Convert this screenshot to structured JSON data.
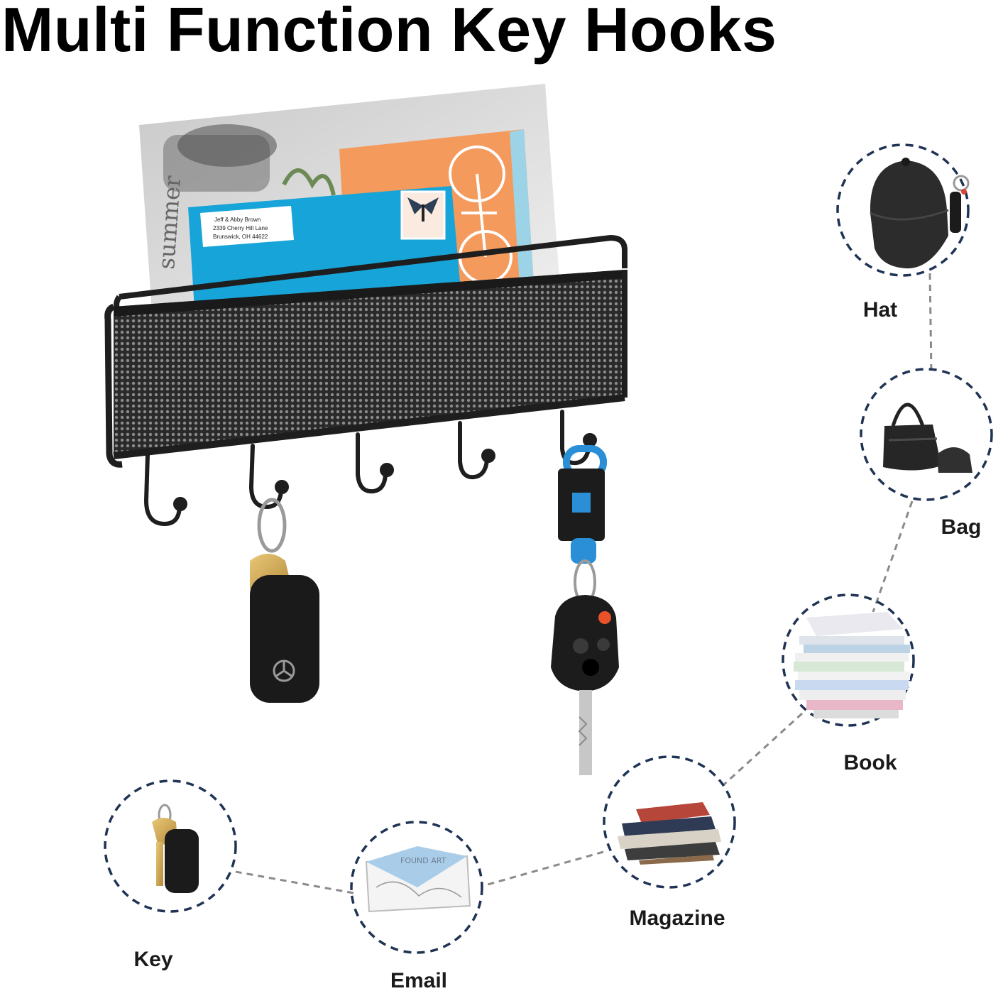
{
  "title": "Multi Function Key Hooks",
  "envelope_address": {
    "line1": "Jeff & Abby Brown",
    "line2": "2339 Cherry Hill Lane",
    "line3": "Brunswick, OH 44622"
  },
  "magazine_text": "summer",
  "uses": [
    {
      "label": "Hat",
      "icon": "hat-icon"
    },
    {
      "label": "Bag",
      "icon": "bag-icon"
    },
    {
      "label": "Book",
      "icon": "book-stack-icon"
    },
    {
      "label": "Magazine",
      "icon": "magazine-stack-icon"
    },
    {
      "label": "Email",
      "icon": "envelope-icon",
      "envelope_text": "FOUND ART"
    },
    {
      "label": "Key",
      "icon": "key-icon"
    }
  ],
  "colors": {
    "rack": "#1e1e1e",
    "envelope_blue": "#17a4d8",
    "card_orange": "#f39a5c",
    "fob_blue": "#2a8fd6",
    "circle_dash": "#1f3354",
    "connector_dash": "#8a8a8a"
  }
}
